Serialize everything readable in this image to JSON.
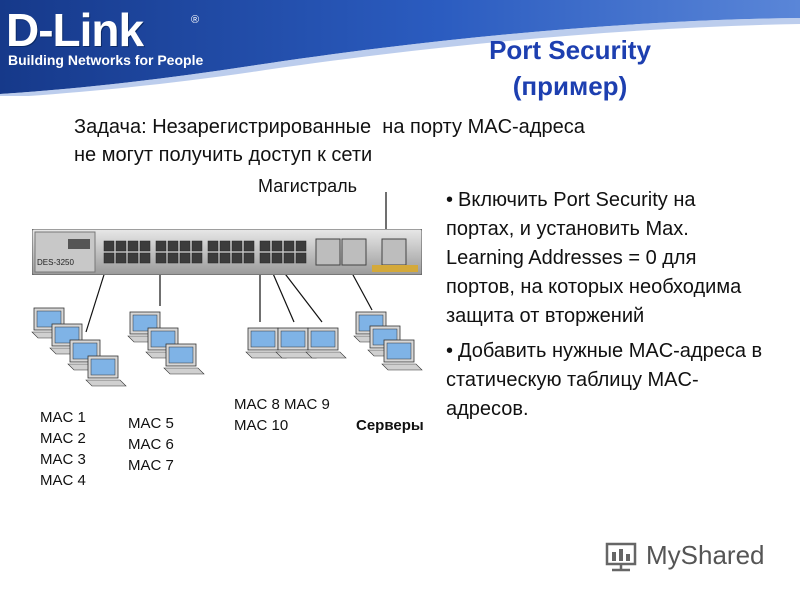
{
  "header": {
    "logo": "D-Link",
    "logo_tagline": "Building Networks for People",
    "logo_reg": "®",
    "title_line1": "Port Security",
    "title_line2": "(пример)"
  },
  "task": {
    "line1": "Задача: Незарегистрированные  на порту MAC-адреса",
    "line2": "не могут получить доступ к сети"
  },
  "diagram": {
    "trunk_label": "Магистраль",
    "switch_model": "DES-3250",
    "group1": [
      "MAC 1",
      "MAC 2",
      "MAC 3",
      "MAC 4"
    ],
    "group2": [
      "MAC 5",
      "MAC 6",
      "MAC 7"
    ],
    "group3_line1": "MAC 8 MAC 9",
    "group3_line2": "MAC 10",
    "servers_label": "Серверы"
  },
  "bullets": [
    "Включить Port Security на портах, и установить Max. Learning Addresses = 0 для портов, на которых необходима защита от вторжений",
    "Добавить нужные MAC-адреса в статическую таблицу MAC-адресов."
  ],
  "watermark": "MyShared",
  "colors": {
    "band": "#1f4aa0",
    "title": "#1d3fb0"
  }
}
